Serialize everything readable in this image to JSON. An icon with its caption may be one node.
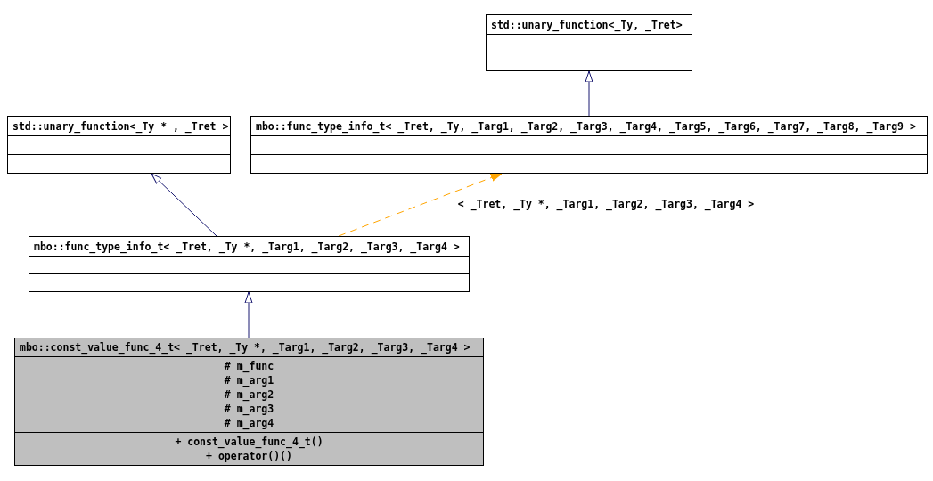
{
  "diagram": {
    "nodes": [
      {
        "text": [
          "std::unary_function<_Ty, _Tret>"
        ]
      },
      {
        "text": [
          "std::unary_function<_Ty * , _Tret >"
        ]
      },
      {
        "text": [
          "mbo::func_type_info_t< _Tret, _Ty, _Targ1, _Targ2, _Targ3, _Targ4, _Targ5, _Targ6, _Targ7, _Targ8, _Targ9 >"
        ]
      },
      {
        "text": [
          "mbo::func_type_info_t< _Tret, _Ty *, _Targ1, _Targ2, _Targ3, _Targ4 >"
        ]
      },
      {
        "text": [
          "mbo::const_value_func_4_t< _Tret, _Ty *, _Targ1, _Targ2, _Targ3, _Targ4 >",
          "# m_func",
          "# m_arg1",
          "# m_arg2",
          "# m_arg3",
          "# m_arg4",
          "+ const_value_func_4_t()",
          "+ operator()()"
        ]
      }
    ],
    "edges": [
      {
        "from": 2,
        "to": 0,
        "arrow": "to"
      },
      {
        "from": 3,
        "to": 1,
        "arrow": "to"
      },
      {
        "from": 3,
        "to": 2,
        "arrow": "to",
        "label": "< _Tret, _Ty *, _Targ1, _Targ2, _Targ3, _Targ4 >",
        "style": "dashed",
        "color": "#ffa500"
      },
      {
        "from": 4,
        "to": 3,
        "arrow": "to"
      }
    ]
  }
}
